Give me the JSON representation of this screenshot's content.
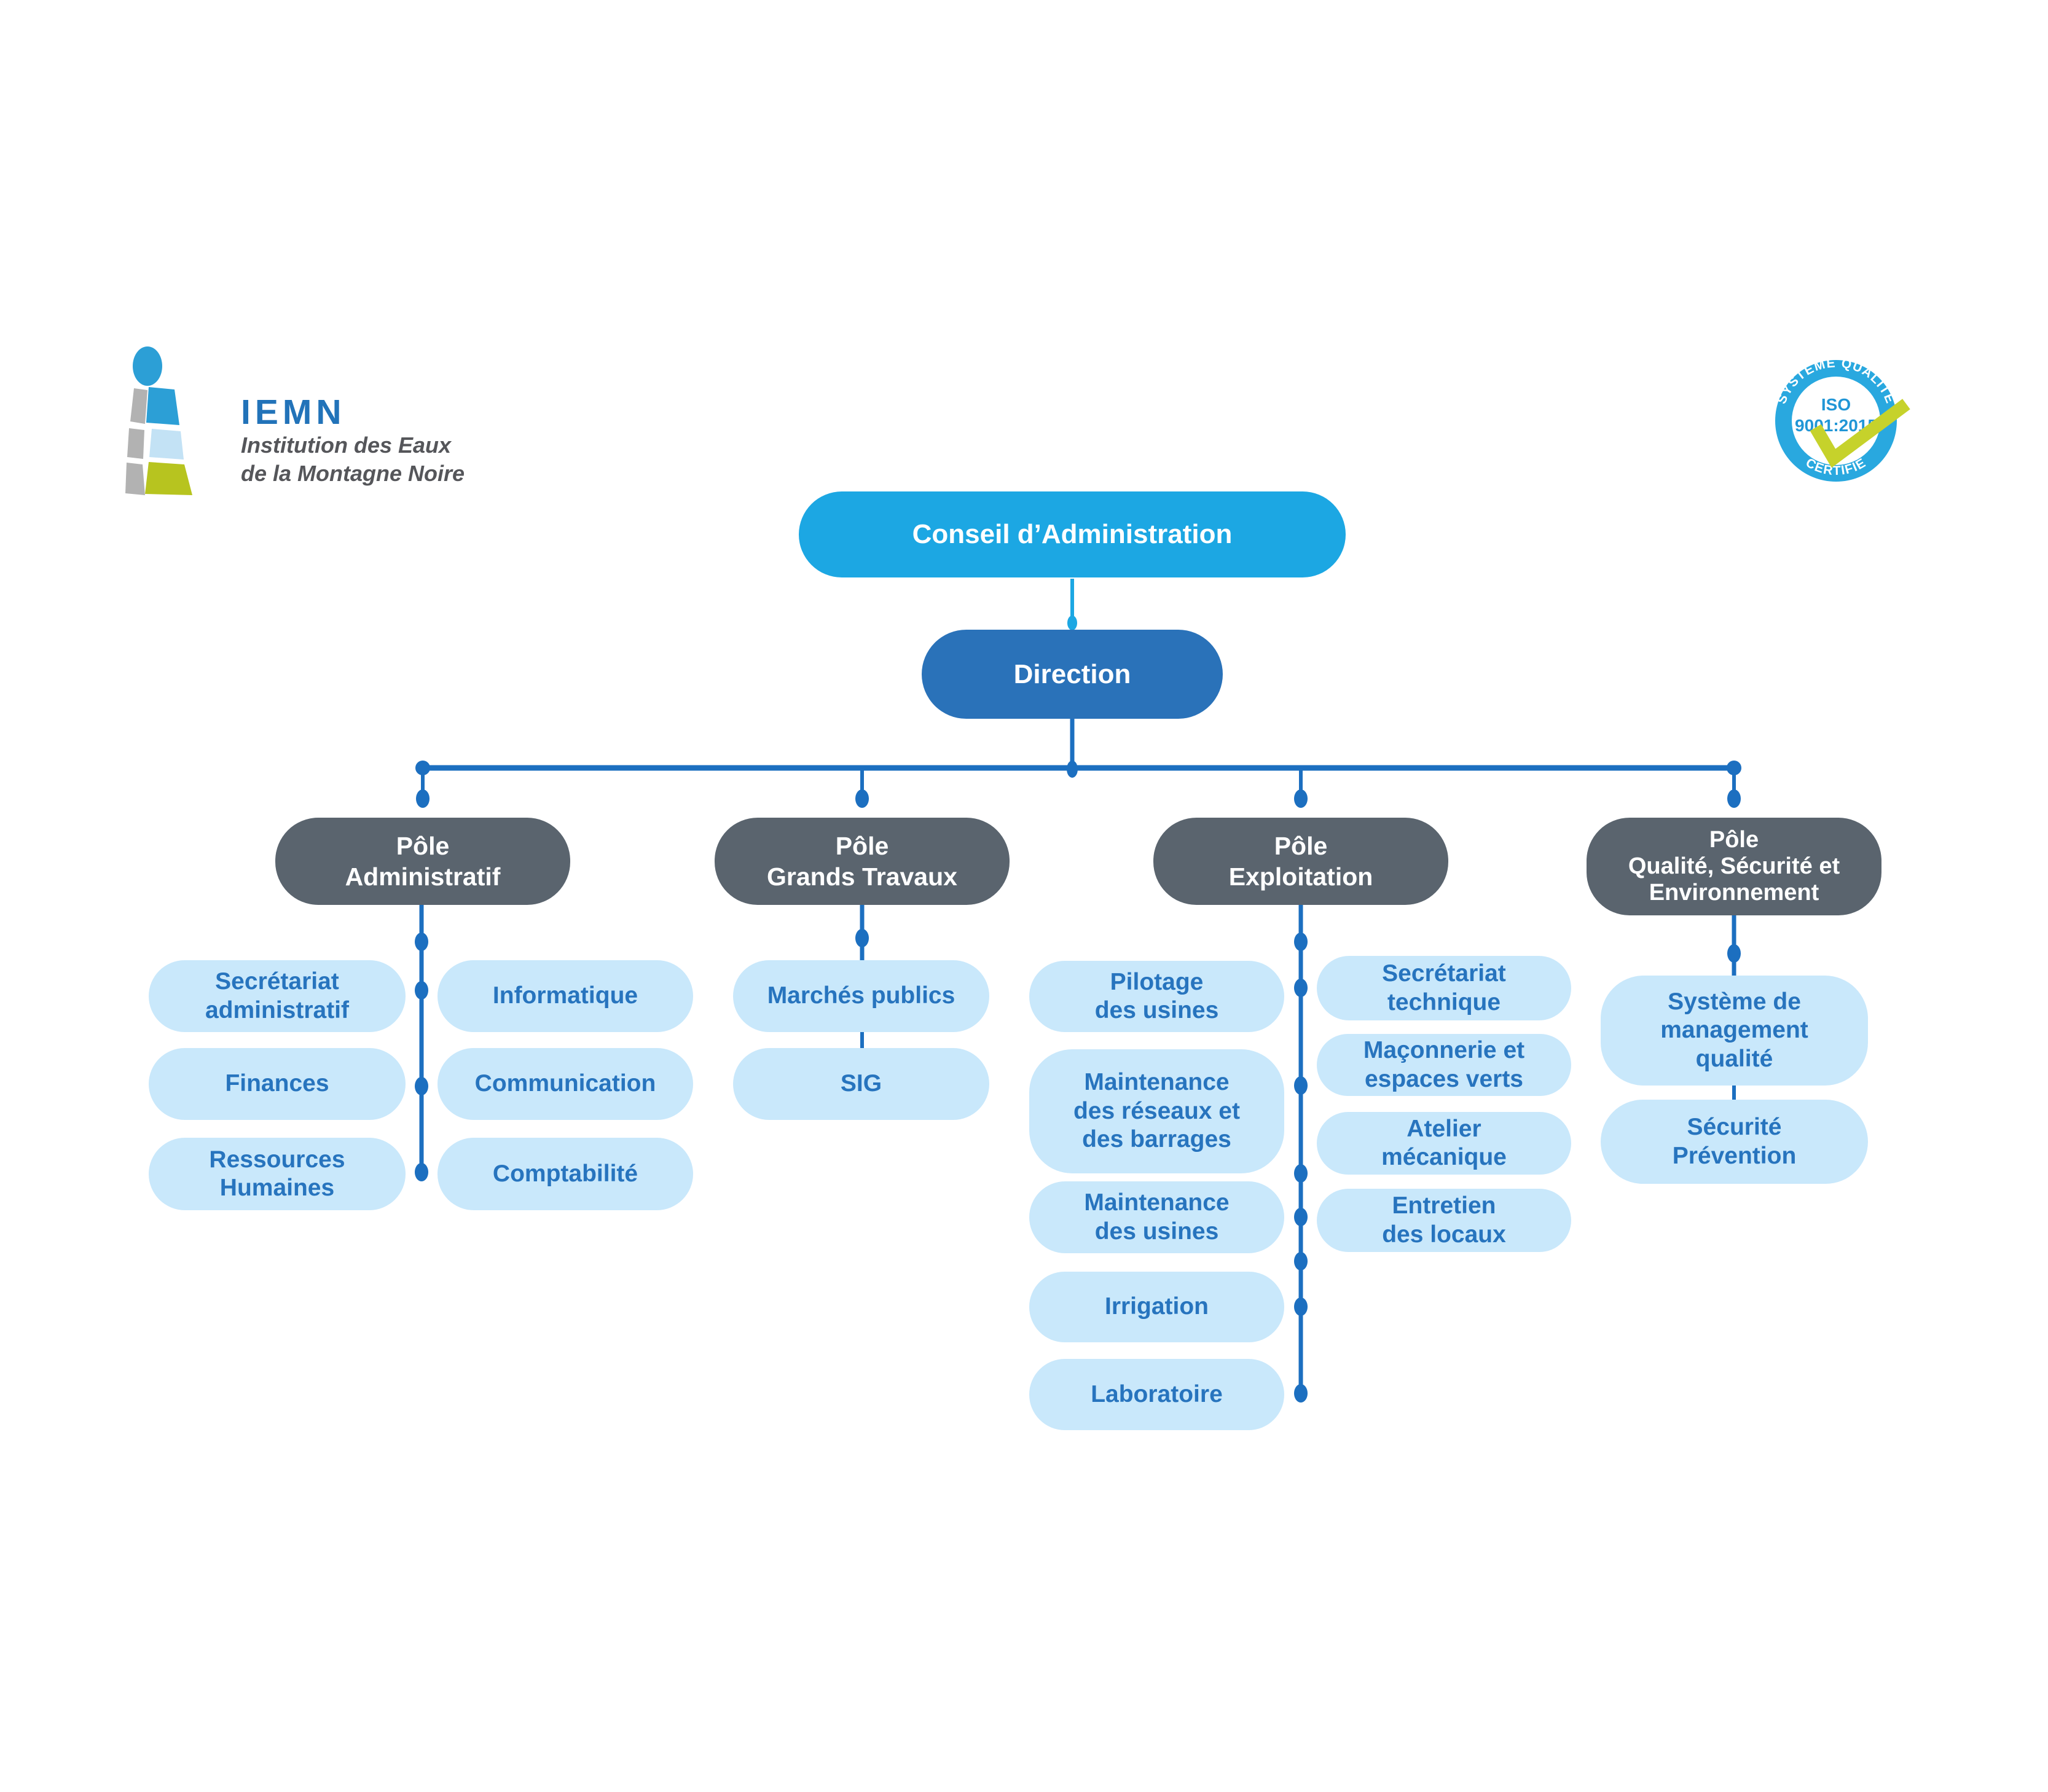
{
  "colors": {
    "conseil_blue": "#1CA7E3",
    "direction_blue": "#2A72B9",
    "pole_gray": "#5A646E",
    "pill_bg": "#C9E8FB",
    "pill_text": "#2774BE",
    "line_blue": "#1C6FC0",
    "line_light": "#1CA7E3",
    "logo_blue": "#2C9FD6",
    "logo_light_blue": "#C3E2F5",
    "logo_olive": "#B7C41F",
    "logo_gray": "#B2B2B2",
    "iemn_blue": "#2273B9",
    "subtitle_gray": "#55565A",
    "badge_blue": "#29A8DF",
    "badge_text_blue": "#2196D6",
    "check_green": "#C6D22B"
  },
  "logo": {
    "acronym": "IEMN",
    "subtitle": "Institution des Eaux\nde la Montagne Noire"
  },
  "badge": {
    "arc_top": "SYSTÈME QUALITÉ",
    "arc_bottom": "CERTIFIÉ",
    "iso": "ISO",
    "standard": "9001:2015"
  },
  "org": {
    "root": "Conseil d’Administration",
    "direction": "Direction",
    "poles": [
      {
        "title": "Pôle\nAdministratif",
        "items": [
          "Secrétariat\nadministratif",
          "Informatique",
          "Finances",
          "Communication",
          "Ressources\nHumaines",
          "Comptabilité"
        ]
      },
      {
        "title": "Pôle\nGrands Travaux",
        "items": [
          "Marchés publics",
          "SIG"
        ]
      },
      {
        "title": "Pôle\nExploitation",
        "items": [
          "Pilotage\ndes usines",
          "Secrétariat\ntechnique",
          "Maintenance\ndes réseaux et\ndes barrages",
          "Maçonnerie et\nespaces verts",
          "Maintenance\ndes usines",
          "Atelier\nmécanique",
          "Irrigation",
          "Entretien\ndes locaux",
          "Laboratoire"
        ]
      },
      {
        "title": "Pôle\nQualité, Sécurité et\nEnvironnement",
        "items": [
          "Système de\nmanagement\nqualité",
          "Sécurité\nPrévention"
        ]
      }
    ]
  }
}
